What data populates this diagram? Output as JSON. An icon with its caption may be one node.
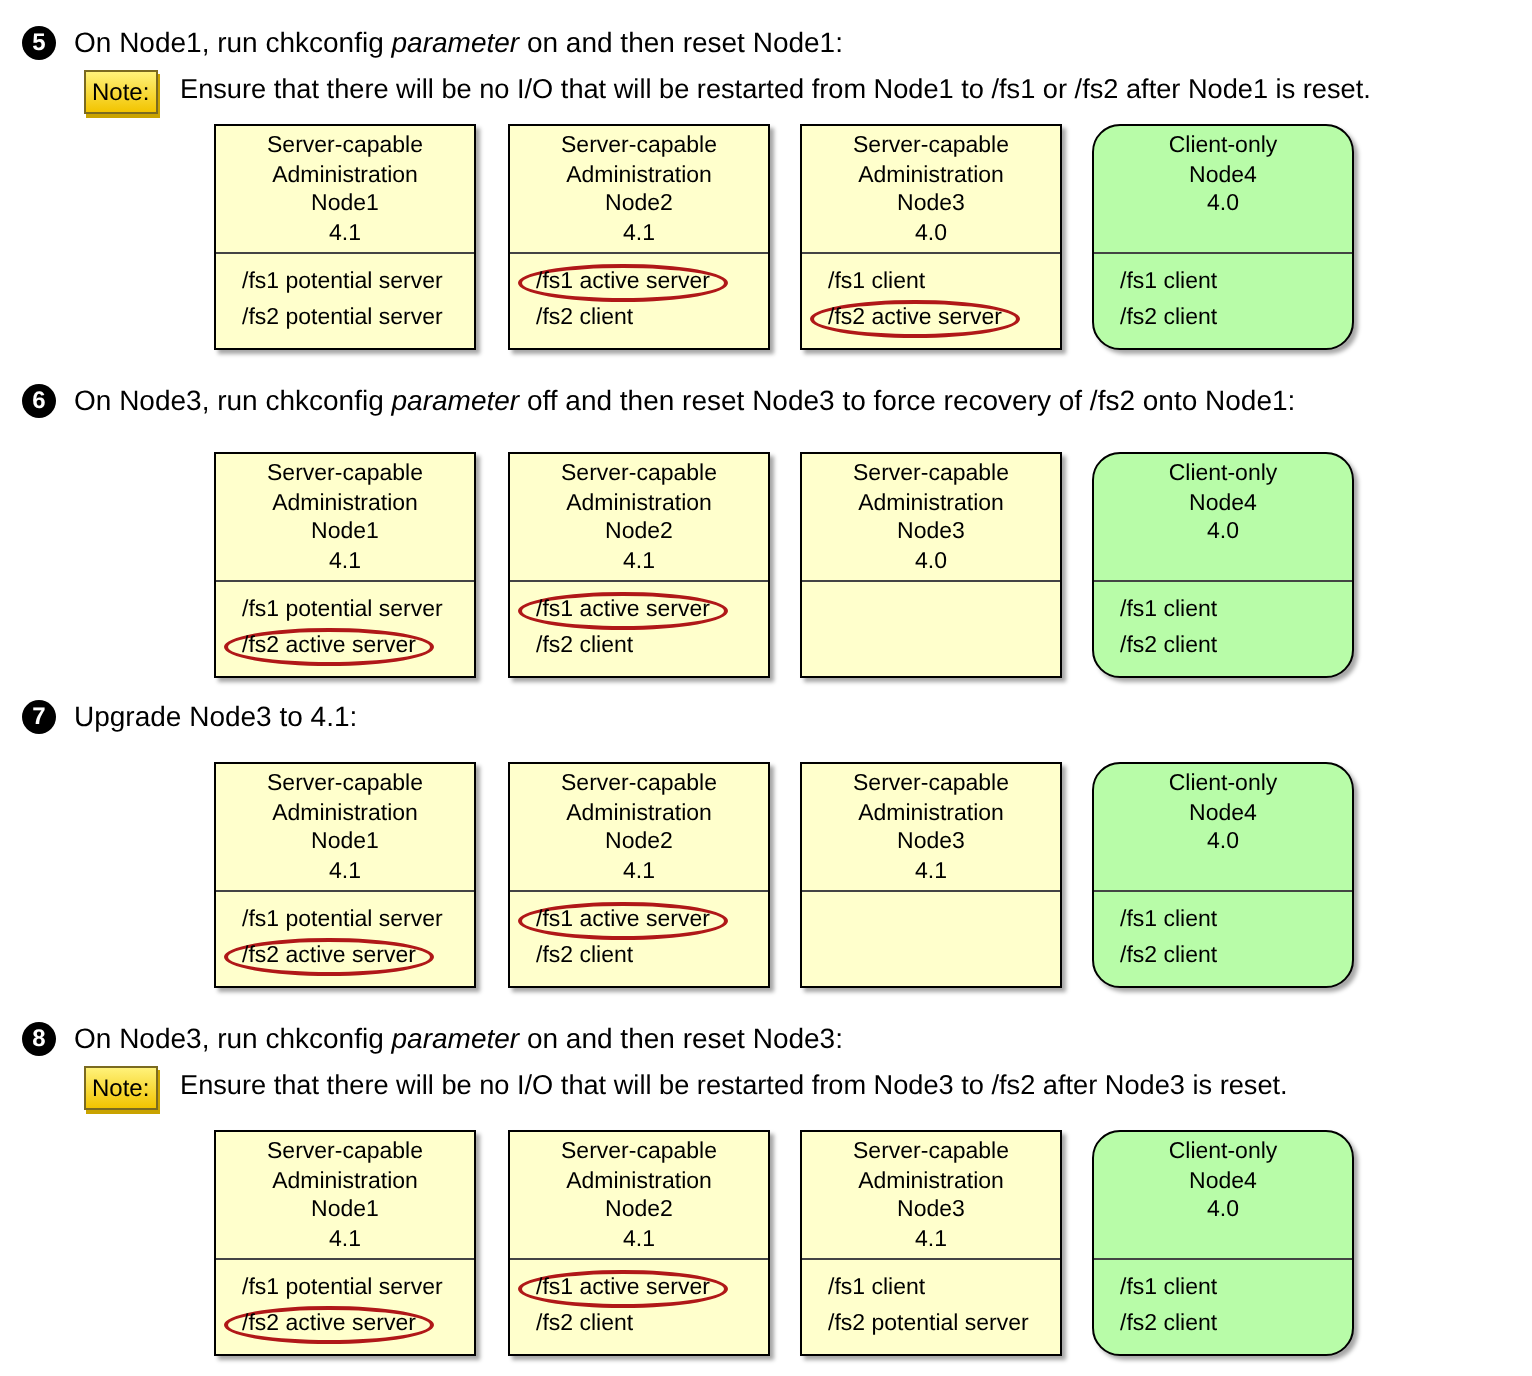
{
  "diagram": {
    "nodes": [
      {
        "text": [
          "Server-capable Administration Node1 4.1",
          "/fs1 potential server",
          "/fs2 potential server"
        ]
      },
      {
        "text": [
          "Server-capable Administration Node2 4.1",
          "/fs2 client"
        ]
      },
      {
        "text": [
          "/fs1 active server"
        ],
        "in": 1
      },
      {
        "text": [
          "Server-capable Administration Node3 4.0",
          "/fs1 client"
        ]
      },
      {
        "text": [
          "/fs2 active server"
        ],
        "in": 3
      },
      {
        "text": [
          "Client-only Node4 4.0",
          "/fs1 client",
          "/fs2 client"
        ]
      },
      {
        "text": [
          "Server-capable Administration Node1 4.1",
          "/fs1 potential server"
        ]
      },
      {
        "text": [
          "/fs2 active server"
        ],
        "in": 6
      },
      {
        "text": [
          "Server-capable Administration Node2 4.1",
          "/fs2 client"
        ]
      },
      {
        "text": [
          "/fs1 active server"
        ],
        "in": 8
      },
      {
        "text": [
          "Server-capable Administration Node3 4.0"
        ]
      },
      {
        "text": [
          "Client-only Node4 4.0",
          "/fs1 client",
          "/fs2 client"
        ]
      },
      {
        "text": [
          "Server-capable Administration Node1 4.1",
          "/fs1 potential server"
        ]
      },
      {
        "text": [
          "/fs2 active server"
        ],
        "in": 12
      },
      {
        "text": [
          "Server-capable Administration Node2 4.1",
          "/fs2 client"
        ]
      },
      {
        "text": [
          "/fs1 active server"
        ],
        "in": 14
      },
      {
        "text": [
          "Server-capable Administration Node3 4.1"
        ]
      },
      {
        "text": [
          "Client-only Node4 4.0",
          "/fs1 client",
          "/fs2 client"
        ]
      },
      {
        "text": [
          "Server-capable Administration Node1 4.1",
          "/fs1 potential server"
        ]
      },
      {
        "text": [
          "/fs2 active server"
        ],
        "in": 18
      },
      {
        "text": [
          "Server-capable Administration Node2 4.1",
          "/fs2 client"
        ]
      },
      {
        "text": [
          "/fs1 active server"
        ],
        "in": 20
      },
      {
        "text": [
          "Server-capable Administration Node3 4.1",
          "/fs1 client",
          "/fs2 potential server"
        ]
      },
      {
        "text": [
          "Client-only Node4 4.0",
          "/fs1 client",
          "/fs2 client"
        ]
      }
    ],
    "edges": [],
    "labels": [
      "5",
      "On Node1, run chkconfig *parameter* on and then reset Node1:",
      "Note:",
      "Ensure that there will be no I/O that will be restarted from Node1 to /fs1 or /fs2 after Node1 is reset.",
      "6",
      "On Node3, run chkconfig *parameter* off and then reset Node3 to force recovery of /fs2 onto Node1:",
      "7",
      "Upgrade Node3 to 4.1:",
      "8",
      "On Node3, run chkconfig *parameter* on and then reset Node3:",
      "Note:",
      "Ensure that there will be no I/O that will be restarted from Node3 to /fs2 after Node3 is reset."
    ]
  }
}
